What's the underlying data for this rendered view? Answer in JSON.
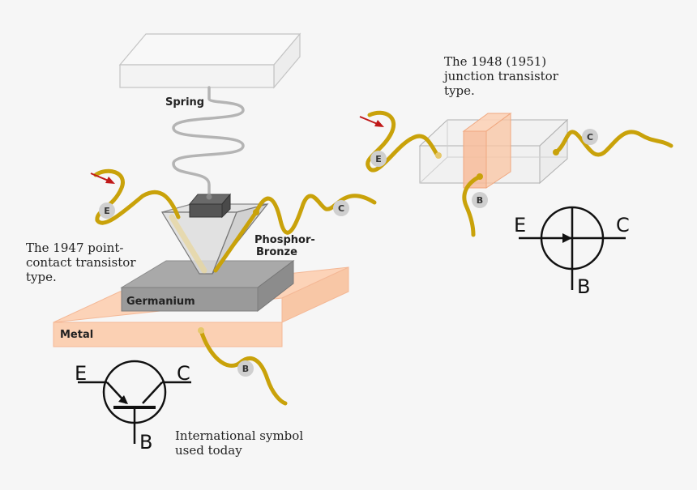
{
  "labels": {
    "spring": "Spring",
    "phosphor_line1": "Phosphor-",
    "phosphor_line2": "Bronze",
    "germanium": "Germanium",
    "metal": "Metal"
  },
  "captions": {
    "point_contact": [
      "The 1947 point-",
      "contact transistor",
      "type."
    ],
    "junction": [
      "The 1948 (1951)",
      "junction transistor",
      "type."
    ],
    "international": [
      "International symbol",
      "used today"
    ]
  },
  "terminals": {
    "emitter": "E",
    "collector": "C",
    "base": "B"
  },
  "colors": {
    "wire": "#c9a20a",
    "metal": "#fcd3b8",
    "germanium": "#9a9a9a",
    "badge": "#cfcfcf",
    "arrow": "#c01818",
    "background": "#f6f6f6"
  }
}
